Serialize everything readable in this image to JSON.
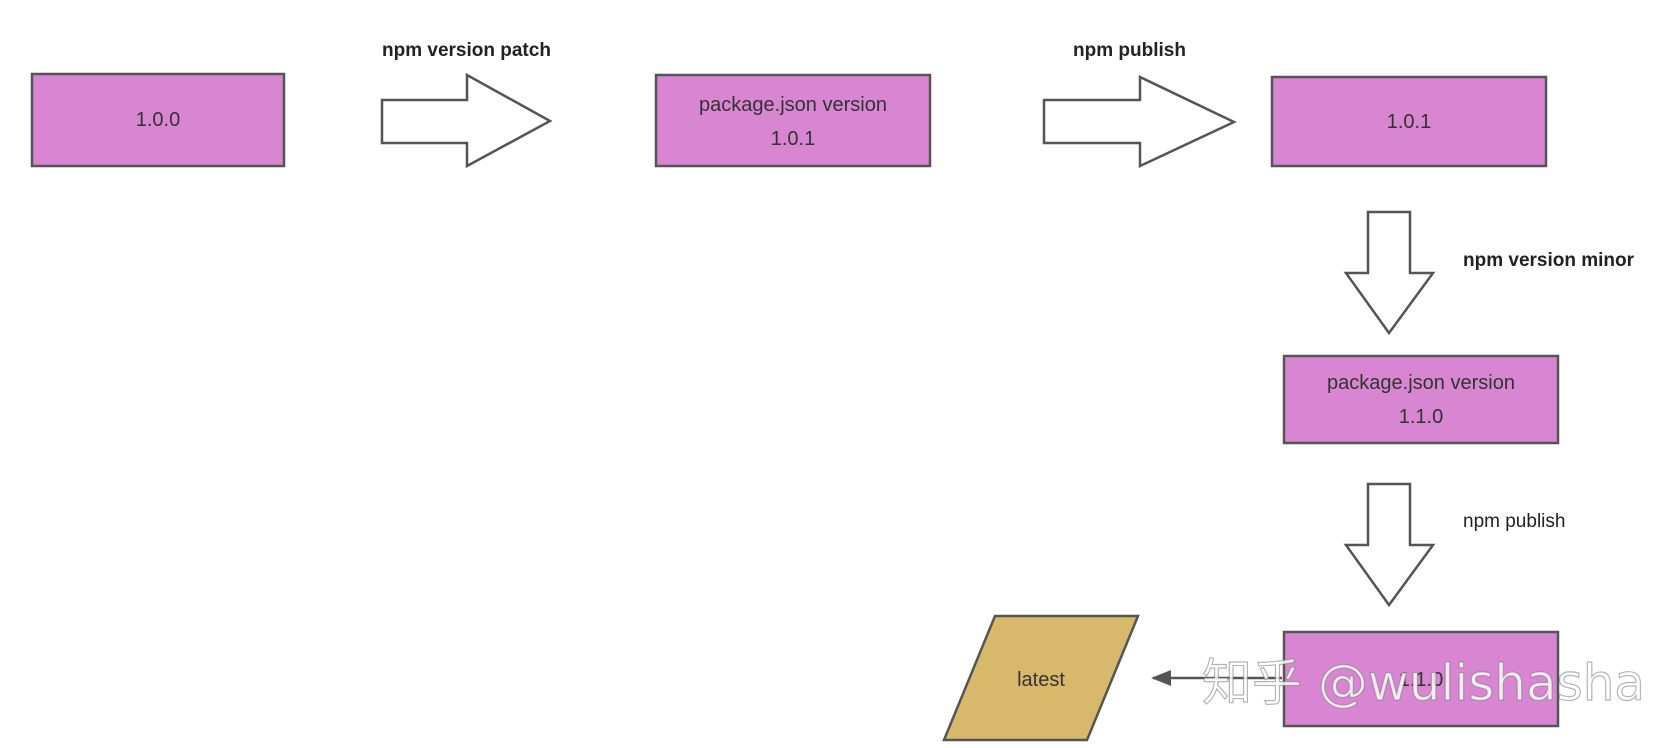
{
  "nodes": {
    "v100": {
      "text": "1.0.0"
    },
    "pkg101": {
      "line1": "package.json version",
      "line2": "1.0.1"
    },
    "v101": {
      "text": "1.0.1"
    },
    "pkg110": {
      "line1": "package.json version",
      "line2": "1.1.0"
    },
    "v110": {
      "text": "1.1.0"
    },
    "latest": {
      "text": "latest"
    }
  },
  "edges": {
    "version_patch": {
      "label": "npm version patch"
    },
    "publish_1": {
      "label": "npm publish"
    },
    "version_minor": {
      "label": "npm version minor"
    },
    "publish_2": {
      "label": "npm publish"
    }
  },
  "watermark": {
    "text": "知乎 @wulishasha"
  },
  "colors": {
    "box_fill": "#d886d1",
    "box_stroke": "#555555",
    "tag_fill": "#d8b96c",
    "arrow_fill": "#ffffff",
    "arrow_stroke": "#555555"
  }
}
